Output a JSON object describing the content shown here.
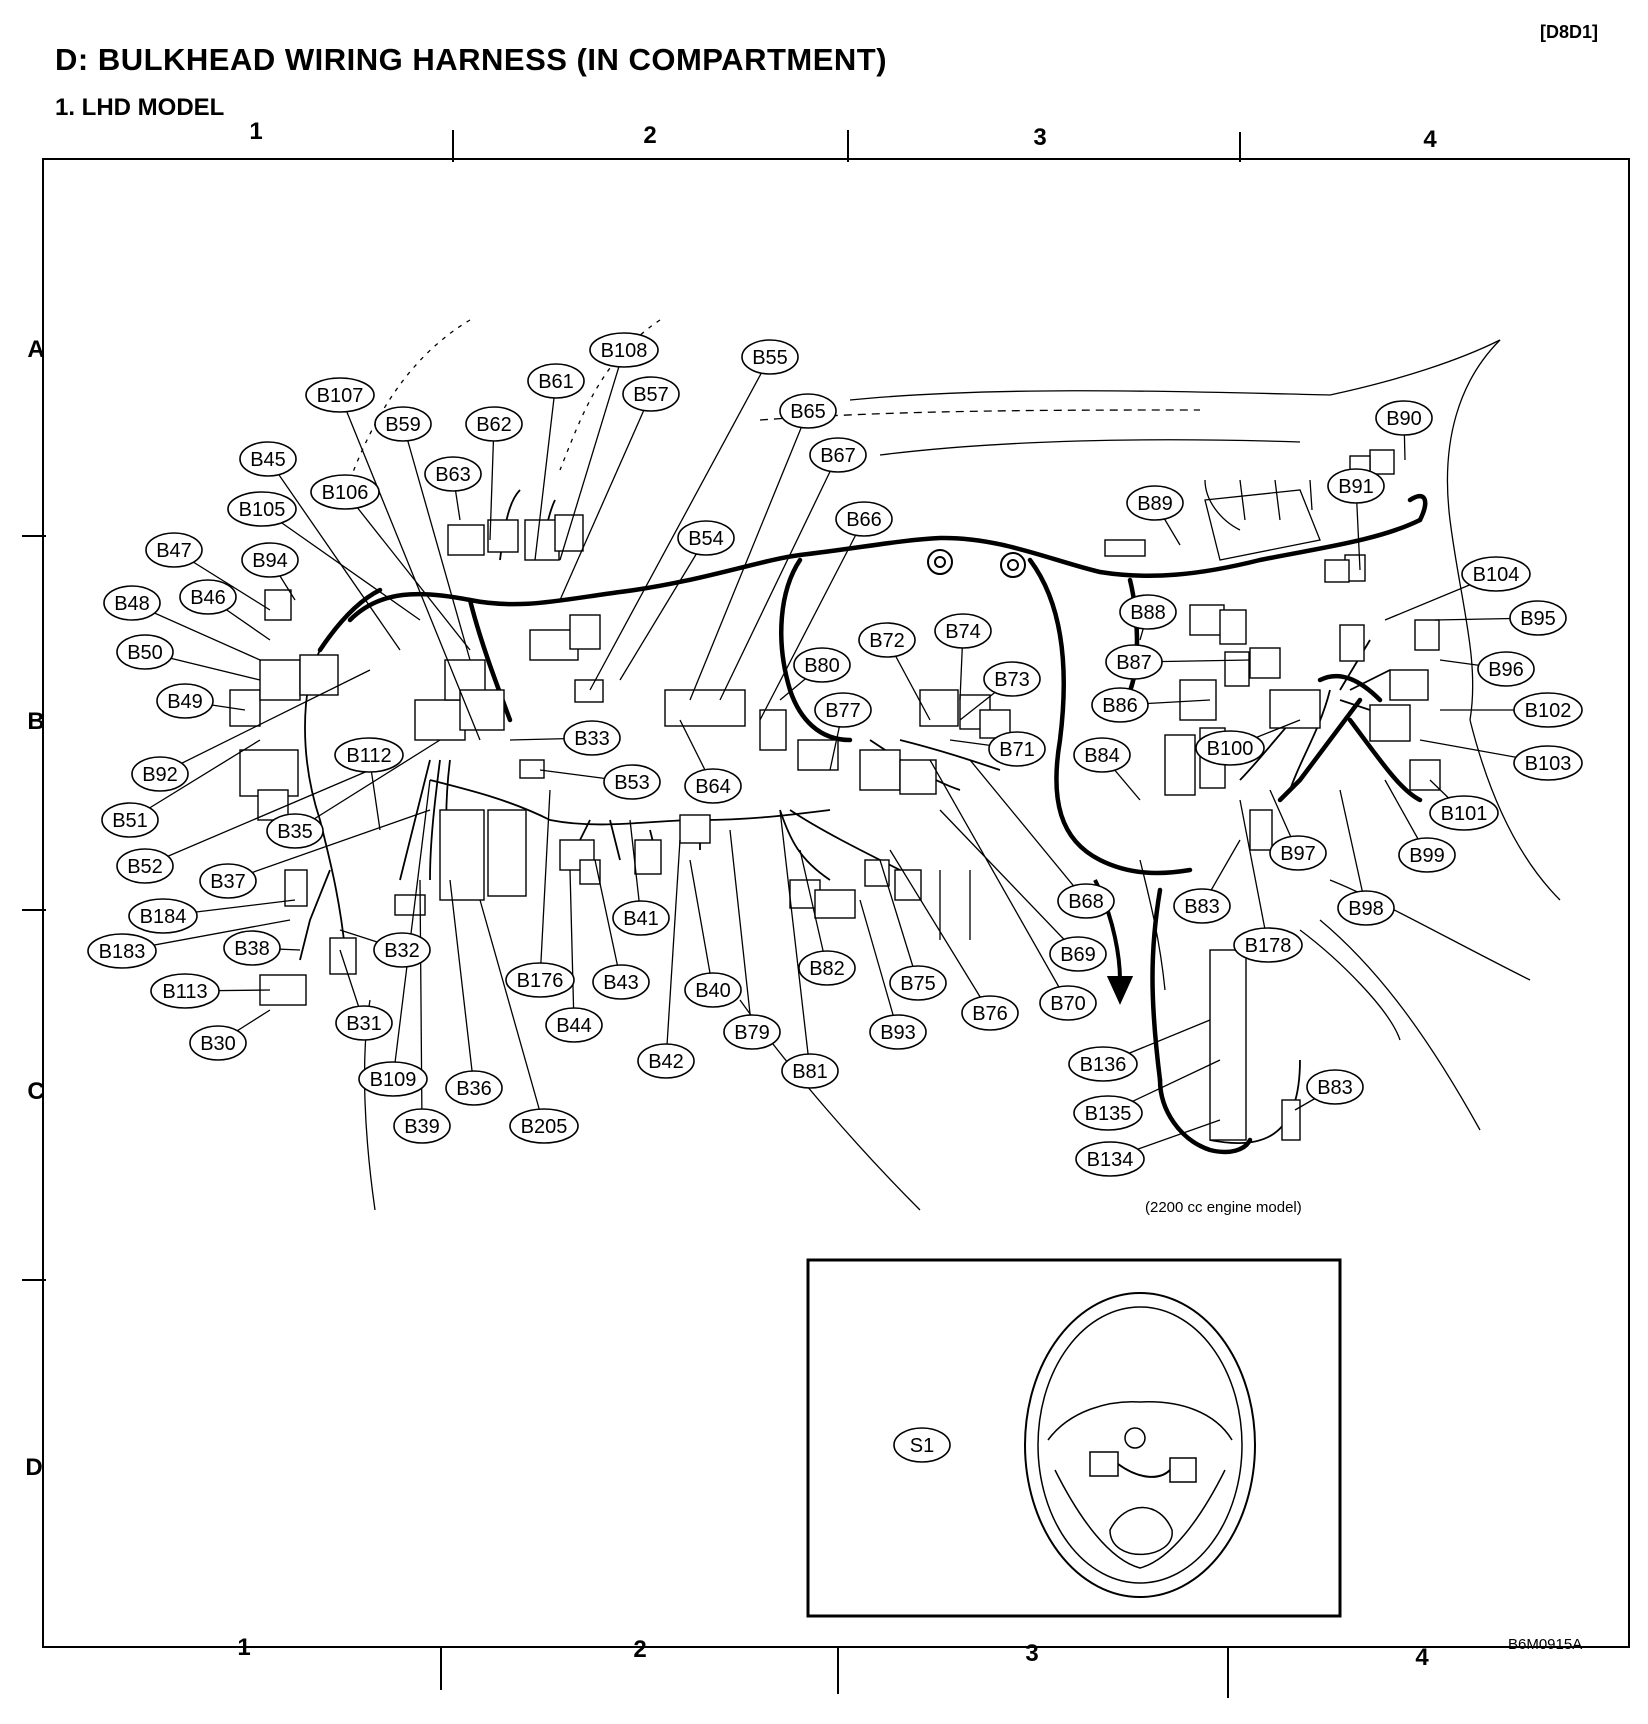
{
  "document_code": "[D8D1]",
  "section_title": "D:  BULKHEAD WIRING HARNESS (IN COMPARTMENT)",
  "subsection_title": "1.  LHD MODEL",
  "grid": {
    "columns": [
      "1",
      "2",
      "3",
      "4"
    ],
    "rows": [
      "A",
      "B",
      "C",
      "D"
    ]
  },
  "connectors": [
    "B107",
    "B108",
    "B61",
    "B57",
    "B55",
    "B65",
    "B59",
    "B62",
    "B45",
    "B63",
    "B106",
    "B105",
    "B67",
    "B66",
    "B54",
    "B47",
    "B94",
    "B48",
    "B46",
    "B50",
    "B49",
    "B92",
    "B51",
    "B52",
    "B35",
    "B112",
    "B33",
    "B53",
    "B64",
    "B37",
    "B184",
    "B183",
    "B38",
    "B113",
    "B30",
    "B32",
    "B31",
    "B109",
    "B39",
    "B36",
    "B205",
    "B176",
    "B43",
    "B44",
    "B41",
    "B40",
    "B42",
    "B79",
    "B81",
    "B82",
    "B93",
    "B75",
    "B76",
    "B80",
    "B77",
    "B72",
    "B74",
    "B73",
    "B71",
    "B68",
    "B69",
    "B70",
    "B84",
    "B83",
    "B89",
    "B88",
    "B87",
    "B86",
    "B91",
    "B90",
    "B104",
    "B95",
    "B96",
    "B102",
    "B103",
    "B100",
    "B101",
    "B99",
    "B97",
    "B98",
    "B178",
    "B136",
    "B135",
    "B134",
    "S1"
  ],
  "inset_note": "(2200 cc engine model)",
  "figure_id": "B6M0915A"
}
